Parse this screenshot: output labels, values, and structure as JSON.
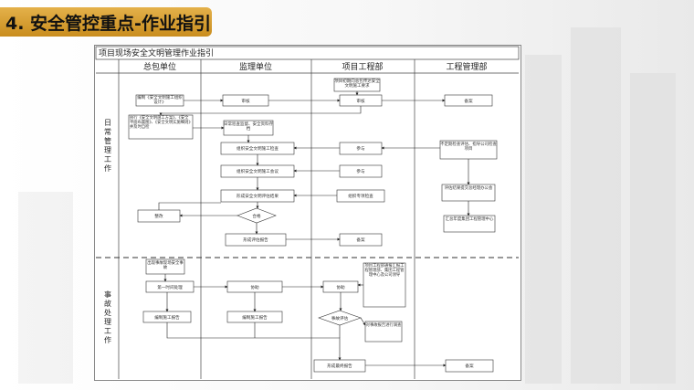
{
  "slide": {
    "title": "4. 安全管控重点-作业指引"
  },
  "flowchart": {
    "title": "项目现场安全文明管理作业指引",
    "columns": [
      "总包单位",
      "监理单位",
      "项目工程部",
      "工程管理部"
    ],
    "sections": [
      {
        "label": "日常管理工作"
      },
      {
        "label": "事故处理工作"
      }
    ],
    "nodes": {
      "n1": "项目初期向总包传达安全文明施工要求",
      "n2": "编制《安全文明施工组织设计》",
      "n3": "审核",
      "n4": "审核",
      "n5": "备案",
      "n6": "执行《安全文明施工方案》、《安全平面布置图》、《安全文明实施细则》并及时自检",
      "n7": "日常巡查监督、安全资料存档",
      "n8": "组织安全文明施工检查",
      "n9": "参与",
      "n10": "组织安全文明施工会议",
      "n11": "参与",
      "n12": "不定期检查评估、指导公司检查项目",
      "n13": "形成安全文明评估结果",
      "n14": "组织专项检查",
      "n15": "评估结果提交总经理办公会",
      "n16": "整改",
      "n17": "合格",
      "n18": "汇总年度集团工程管理中心",
      "n19": "形成评估报告",
      "n20": "备案",
      "n21": "出现事故现场安全事故",
      "n22": "第一时间处理",
      "n23": "协助",
      "n24": "协助",
      "n25": "项目工程部通报汇报工程管理部、集团工程管理中心及公司领导",
      "n26": "编制施工报告",
      "n27": "编制施工报告",
      "n28": "事故评估",
      "n29": "对事故报告进行调查",
      "n30": "形成最终报告",
      "n31": "备案"
    }
  }
}
